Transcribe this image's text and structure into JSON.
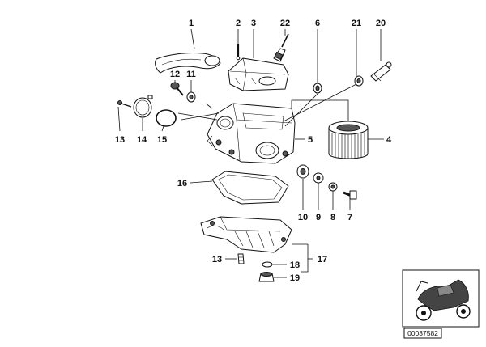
{
  "diagram": {
    "callouts": [
      {
        "id": "c1",
        "label": "1"
      },
      {
        "id": "c2",
        "label": "2"
      },
      {
        "id": "c3",
        "label": "3"
      },
      {
        "id": "c22",
        "label": "22"
      },
      {
        "id": "c6",
        "label": "6"
      },
      {
        "id": "c21",
        "label": "21"
      },
      {
        "id": "c20",
        "label": "20"
      },
      {
        "id": "c12",
        "label": "12"
      },
      {
        "id": "c11",
        "label": "11"
      },
      {
        "id": "c13a",
        "label": "13"
      },
      {
        "id": "c14",
        "label": "14"
      },
      {
        "id": "c15",
        "label": "15"
      },
      {
        "id": "c5",
        "label": "5"
      },
      {
        "id": "c4",
        "label": "4"
      },
      {
        "id": "c16",
        "label": "16"
      },
      {
        "id": "c10",
        "label": "10"
      },
      {
        "id": "c9",
        "label": "9"
      },
      {
        "id": "c8",
        "label": "8"
      },
      {
        "id": "c7",
        "label": "7"
      },
      {
        "id": "c13b",
        "label": "13"
      },
      {
        "id": "c17",
        "label": "17"
      },
      {
        "id": "c18",
        "label": "18"
      },
      {
        "id": "c19",
        "label": "19"
      }
    ],
    "thumbnail": {
      "code": "00037582"
    }
  }
}
